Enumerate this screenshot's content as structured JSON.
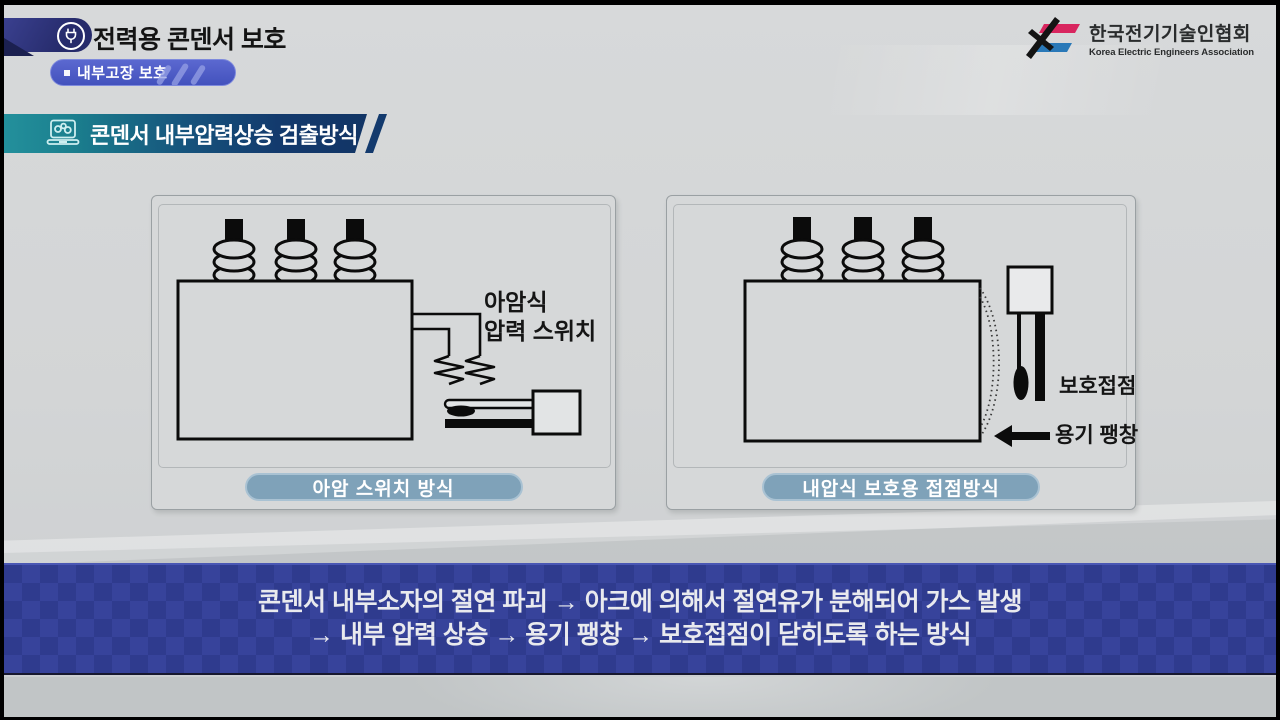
{
  "header": {
    "title": "전력용 콘덴서 보호",
    "badge_label": "내부고장 보호",
    "association": {
      "name_ko": "한국전기기술인협회",
      "name_en": "Korea Electric Engineers Association"
    }
  },
  "section": {
    "title": "콘덴서 내부압력상승 검출방식"
  },
  "diagrams": {
    "left": {
      "caption": "아암 스위치 방식",
      "switch_label_line1": "아암식",
      "switch_label_line2": "압력 스위치"
    },
    "right": {
      "caption": "내압식 보호용 접점방식",
      "contact_label": "보호접점",
      "expansion_label": "용기 팽창"
    }
  },
  "footer": {
    "line1": "콘덴서 내부소자의 절연 파괴 → 아크에 의해서 절연유가 분해되어 가스 발생",
    "line2": "→ 내부 압력 상승 →  용기 팽창 → 보호접점이 닫히도록 하는 방식"
  },
  "icons": {
    "header_icon": "power-plug-icon",
    "section_icon": "laptop-gears-icon",
    "expansion_icon": "arrow-left-icon",
    "logo_icon": "lightning-spark-logo-icon"
  },
  "colors": {
    "footer_navy": "#2f3b8e",
    "footer_navy_light": "#37439b",
    "banner_teal": "#1f8a96",
    "banner_navy": "#133a6d",
    "badge_blue": "#4c5cc2",
    "caption_pill_blue": "#7fa2b9",
    "logo_magenta": "#d8265f",
    "logo_blue": "#2a79b8",
    "background_gray": "#d3d5d6"
  }
}
